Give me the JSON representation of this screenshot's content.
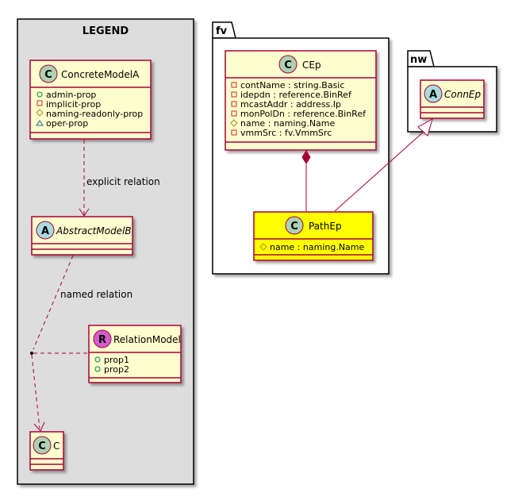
{
  "legend": {
    "title": "LEGEND",
    "concrete_class": {
      "stereotype_letter": "C",
      "name": "ConcreteModelA",
      "members": [
        {
          "visibility": "+",
          "text": "admin-prop"
        },
        {
          "visibility": "-",
          "text": "implicit-prop"
        },
        {
          "visibility": "#",
          "text": "naming-readonly-prop"
        },
        {
          "visibility": "~",
          "text": "oper-prop"
        }
      ]
    },
    "abstract_class": {
      "stereotype_letter": "A",
      "name": "AbstractModelB"
    },
    "relation_class": {
      "stereotype_letter": "R",
      "name": "RelationModel",
      "members": [
        {
          "visibility": "+",
          "text": "prop1"
        },
        {
          "visibility": "+",
          "text": "prop2"
        }
      ]
    },
    "target_class": {
      "stereotype_letter": "C",
      "name": "C"
    },
    "explicit_relation_label": "explicit relation",
    "named_relation_label": "named relation"
  },
  "packages": {
    "fv": {
      "name": "fv",
      "cep": {
        "stereotype_letter": "C",
        "name": "CEp",
        "members": [
          {
            "visibility": "-",
            "text": "contName : string.Basic"
          },
          {
            "visibility": "-",
            "text": "idepdn : reference.BinRef"
          },
          {
            "visibility": "-",
            "text": "mcastAddr : address.Ip"
          },
          {
            "visibility": "-",
            "text": "monPolDn : reference.BinRef"
          },
          {
            "visibility": "#",
            "text": "name : naming.Name"
          },
          {
            "visibility": "-",
            "text": "vmmSrc : fv.VmmSrc"
          }
        ]
      },
      "pathep": {
        "stereotype_letter": "C",
        "name": "PathEp",
        "members": [
          {
            "visibility": "#",
            "text": "name : naming.Name"
          }
        ]
      }
    },
    "nw": {
      "name": "nw",
      "connep": {
        "stereotype_letter": "A",
        "name": "ConnEp"
      }
    }
  },
  "colors": {
    "class_fill": "#FEFECE",
    "class_border": "#A80036",
    "highlight_fill": "#FFFF00",
    "legend_bg": "#DDDDDD",
    "circle_c": "#ADD1B2",
    "circle_a": "#A9DCDF",
    "circle_r": "#D45CCF",
    "relation_line": "#A80036"
  }
}
